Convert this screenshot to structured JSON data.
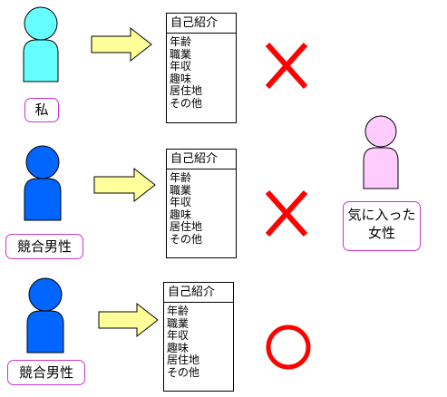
{
  "people": {
    "me": {
      "label": "私",
      "body_color": "#66ffff"
    },
    "rival1": {
      "label": "競合男性",
      "body_color": "#0066ff"
    },
    "rival2": {
      "label": "競合男性",
      "body_color": "#0066ff"
    },
    "target": {
      "label_line1": "気に入った",
      "label_line2": "女性",
      "body_color": "#ffccff"
    }
  },
  "cards": [
    {
      "title": "自己紹介",
      "items": [
        "年齢",
        "職業",
        "年収",
        "趣味",
        "居住地",
        "その他"
      ]
    },
    {
      "title": "自己紹介",
      "items": [
        "年齢",
        "職業",
        "年収",
        "趣味",
        "居住地",
        "その他"
      ]
    },
    {
      "title": "自己紹介",
      "items": [
        "年齢",
        "職業",
        "年収",
        "趣味",
        "居住地",
        "その他"
      ]
    }
  ],
  "results": [
    "cross",
    "cross",
    "circle"
  ],
  "colors": {
    "arrow_fill": "#ffff99",
    "mark": "#ff0000",
    "label_border": "#cc33cc"
  }
}
